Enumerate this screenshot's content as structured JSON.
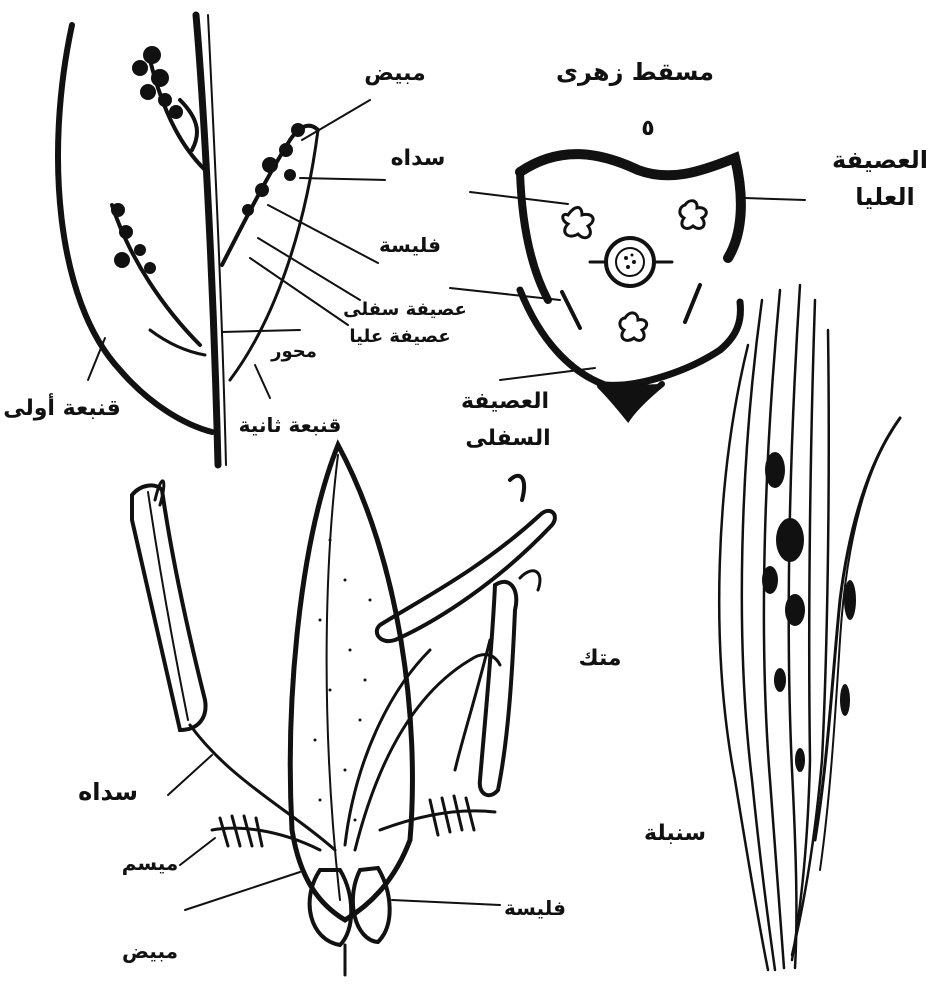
{
  "labels": {
    "ovary_top": "مبيض",
    "stamen_top": "سداه",
    "lodicule_top": "فليسة",
    "palea_lower_top": "عصيفة سفلى",
    "palea_upper_top": "عصيفة عليا",
    "axis": "محور",
    "glume_first": "قنبعة أولى",
    "glume_second": "قنبعة ثانية",
    "floral_diagram_title": "مسقط زهرى",
    "upper_palea_line1": "العصيفة",
    "upper_palea_line2": "العليا",
    "lower_palea_line1": "العصيفة",
    "lower_palea_line2": "السفلى",
    "anther": "متك",
    "stamen_bottom": "سداه",
    "stigma": "ميسم",
    "lodicule_bottom": "فليسة",
    "ovary_bottom": "مبيض",
    "spikelet": "سنبلة",
    "diagram_number": "٥"
  },
  "colors": {
    "ink": "#111111",
    "paper": "#ffffff"
  }
}
